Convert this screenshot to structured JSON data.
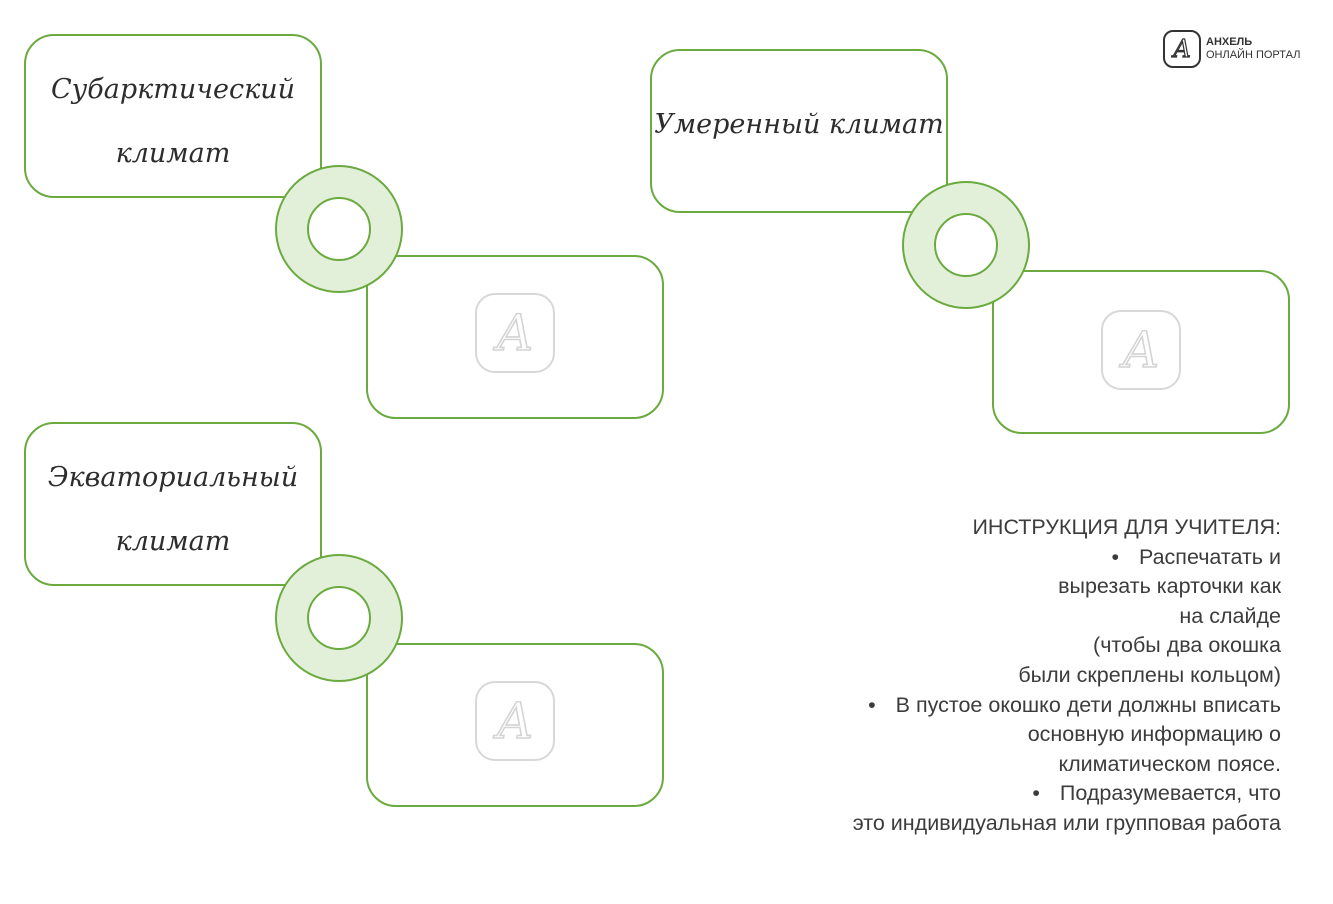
{
  "brand": {
    "name": "АНХЕЛЬ",
    "subtitle": "ОНЛАЙН ПОРТАЛ",
    "icon": "a-logo-icon"
  },
  "cards": [
    {
      "title": "Субарктический\nклимат"
    },
    {
      "title": "Умеренный климат"
    },
    {
      "title": "Экваториальный\nклимат"
    }
  ],
  "watermark_letter": "A",
  "instructions": {
    "heading": "ИНСТРУКЦИЯ ДЛЯ УЧИТЕЛЯ:",
    "bullet_symbol": "•",
    "bullet1": [
      "Распечатать и",
      "вырезать карточки как",
      "на слайде",
      "(чтобы два окошка",
      "были скреплены кольцом)"
    ],
    "bullet2": [
      "В пустое окошко дети должны вписать",
      "основную информацию о",
      "климатическом поясе."
    ],
    "bullet3": [
      "Подразумевается, что",
      "это индивидуальная или групповая работа"
    ]
  },
  "colors": {
    "border_green": "#6aaa3f",
    "ring_fill": "#e2f0d9",
    "text": "#3c3c3c"
  }
}
